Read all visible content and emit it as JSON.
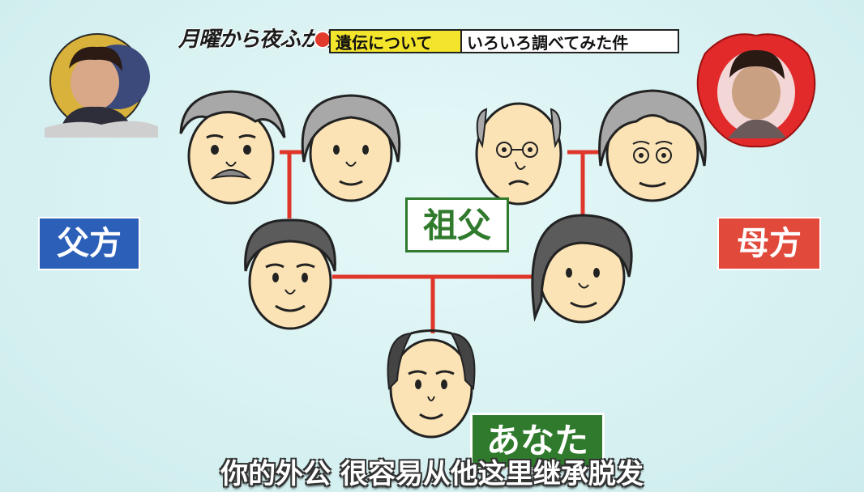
{
  "header": {
    "show_logo": "月曜から夜ふかし",
    "title_highlight": "遺伝について",
    "title_rest": "いろいろ調べてみた件"
  },
  "tree": {
    "paternal_label": "父方",
    "maternal_label": "母方",
    "grandfather_label": "祖父",
    "you_label": "あなた"
  },
  "subtitle": "你的外公 很容易从他这里继承脱发",
  "colors": {
    "background": "#d9f2f3",
    "line": "#e0362a",
    "paternal": "#2b5fb8",
    "maternal": "#e14a3b",
    "green": "#2f7a2c",
    "title_yellow": "#f3e42c"
  },
  "icons": [
    "grandfather-paternal-face",
    "grandmother-paternal-face",
    "grandfather-maternal-face",
    "grandmother-maternal-face",
    "father-face",
    "mother-face",
    "you-face"
  ]
}
